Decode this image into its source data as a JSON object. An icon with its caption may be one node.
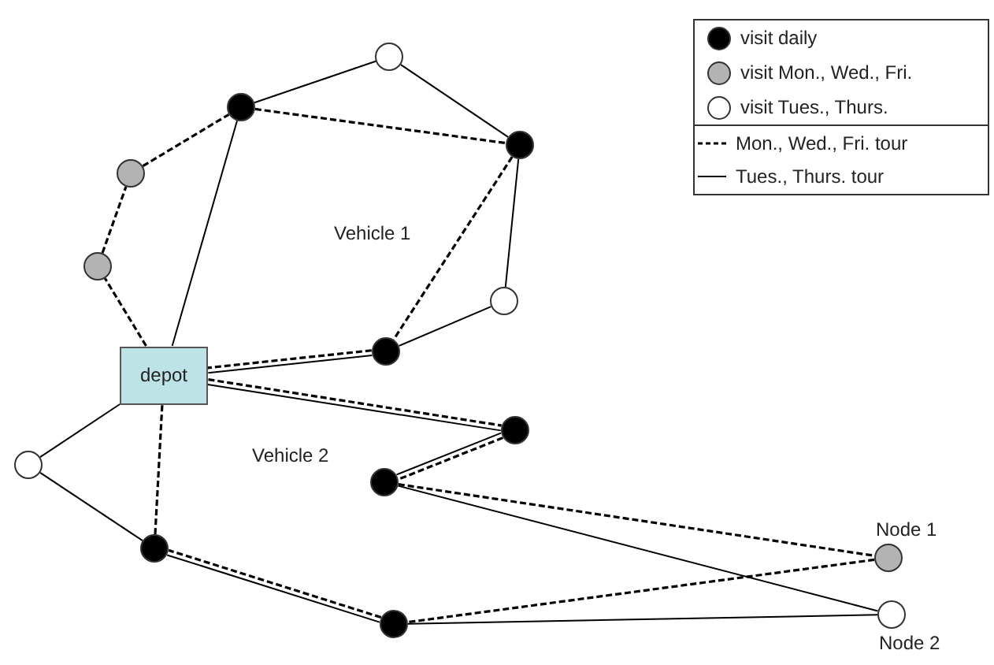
{
  "diagram": {
    "nodes": [
      {
        "text": [
          "depot"
        ]
      },
      {
        "text": [],
        "shape": "circle"
      },
      {
        "text": [],
        "shape": "circle"
      },
      {
        "text": [],
        "shape": "circle"
      },
      {
        "text": [],
        "shape": "circle"
      },
      {
        "text": [],
        "shape": "circle"
      },
      {
        "text": [],
        "shape": "circle"
      },
      {
        "text": [],
        "shape": "circle"
      },
      {
        "text": [],
        "shape": "circle"
      },
      {
        "text": [],
        "shape": "circle"
      },
      {
        "text": [],
        "shape": "circle"
      },
      {
        "text": [],
        "shape": "circle"
      },
      {
        "text": [],
        "shape": "circle"
      },
      {
        "text": [],
        "shape": "circle",
        "beside": [
          "Node 1"
        ]
      },
      {
        "text": [],
        "shape": "circle",
        "beside": [
          "Node 2"
        ]
      }
    ],
    "edges": [
      {
        "from": 0,
        "to": 5,
        "arrow": "none",
        "style": "dashed"
      },
      {
        "from": 5,
        "to": 4,
        "arrow": "none",
        "style": "dashed"
      },
      {
        "from": 4,
        "to": 2,
        "arrow": "none",
        "style": "dashed"
      },
      {
        "from": 2,
        "to": 3,
        "arrow": "none",
        "style": "dashed"
      },
      {
        "from": 3,
        "to": 7,
        "arrow": "none",
        "style": "dashed"
      },
      {
        "from": 7,
        "to": 0,
        "arrow": "none",
        "style": "dashed"
      },
      {
        "from": 0,
        "to": 2,
        "arrow": "none"
      },
      {
        "from": 2,
        "to": 1,
        "arrow": "none"
      },
      {
        "from": 1,
        "to": 3,
        "arrow": "none"
      },
      {
        "from": 3,
        "to": 6,
        "arrow": "none"
      },
      {
        "from": 6,
        "to": 7,
        "arrow": "none"
      },
      {
        "from": 7,
        "to": 0,
        "arrow": "none"
      },
      {
        "from": 0,
        "to": 8,
        "arrow": "none",
        "style": "dashed"
      },
      {
        "from": 8,
        "to": 10,
        "arrow": "none",
        "style": "dashed"
      },
      {
        "from": 10,
        "to": 13,
        "arrow": "none",
        "style": "dashed"
      },
      {
        "from": 13,
        "to": 12,
        "arrow": "none",
        "style": "dashed"
      },
      {
        "from": 12,
        "to": 11,
        "arrow": "none",
        "style": "dashed"
      },
      {
        "from": 11,
        "to": 0,
        "arrow": "none",
        "style": "dashed"
      },
      {
        "from": 0,
        "to": 8,
        "arrow": "none"
      },
      {
        "from": 8,
        "to": 10,
        "arrow": "none"
      },
      {
        "from": 10,
        "to": 14,
        "arrow": "none"
      },
      {
        "from": 14,
        "to": 12,
        "arrow": "none"
      },
      {
        "from": 12,
        "to": 11,
        "arrow": "none"
      },
      {
        "from": 11,
        "to": 9,
        "arrow": "none"
      },
      {
        "from": 9,
        "to": 0,
        "arrow": "none"
      }
    ],
    "labels": [
      "Vehicle 1",
      "Vehicle 2"
    ],
    "legend": [
      {
        "text": "visit daily",
        "color": "#000000"
      },
      {
        "text": "visit Mon., Wed., Fri.",
        "color": "#b3b3b3"
      },
      {
        "text": "visit Tues., Thurs.",
        "color": "#ffffff"
      },
      {
        "text": "Mon., Wed., Fri. tour"
      },
      {
        "text": "Tues., Thurs. tour"
      }
    ]
  }
}
